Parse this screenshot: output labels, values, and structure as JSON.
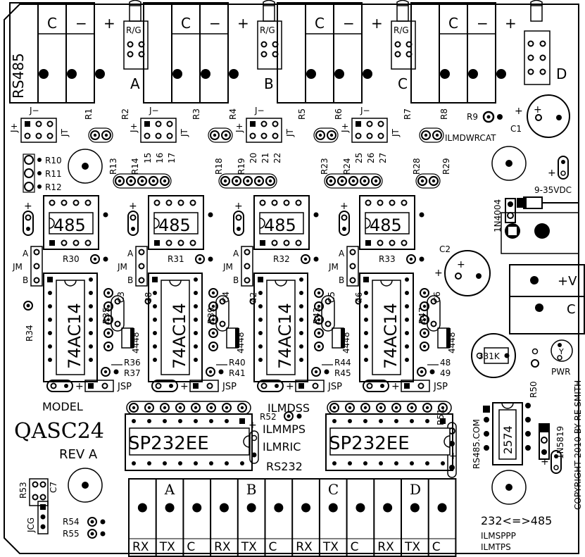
{
  "top_terminals": {
    "labels": [
      "C",
      "−",
      "+"
    ],
    "rs485_label": "RS485"
  },
  "rg_headers": [
    {
      "label": "R/G",
      "letter": "A"
    },
    {
      "label": "R/G",
      "letter": "B"
    },
    {
      "label": "R/G",
      "letter": "C"
    },
    {
      "letter": "D"
    }
  ],
  "jumpers": {
    "j_minus": "J−",
    "j_plus": "J+",
    "jt": "JT",
    "jm": "JM",
    "a": "A",
    "b": "B",
    "jsp": "JSP",
    "jcg": "JCG"
  },
  "resistors_top": [
    "R1",
    "R2",
    "R3",
    "R4",
    "R5",
    "R6",
    "R7",
    "R8",
    "R9"
  ],
  "resistors_left": [
    "R10",
    "R11",
    "R12",
    "R13"
  ],
  "resistor_pack_labels": [
    [
      "R14",
      "15",
      "16",
      "17"
    ],
    [
      "R18",
      "R19",
      "20",
      "21",
      "22"
    ],
    [
      "R23",
      "R24",
      "25",
      "26",
      "27"
    ],
    [
      "R28",
      "R29"
    ]
  ],
  "ilmdwrcat": "ILMDWRCAT",
  "chips_485": [
    "485",
    "485",
    "485",
    "485"
  ],
  "chips_74": [
    "74AC14",
    "74AC14",
    "74AC14",
    "74AC14"
  ],
  "rlabels": {
    "r30": "R30",
    "r31": "R31",
    "r32": "R32",
    "r33": "R33",
    "r34": "R34",
    "r35": "R35",
    "r36": "R36",
    "r37": "R37",
    "r39": "R39",
    "r40": "R40",
    "r41": "R41",
    "r43": "R43",
    "r44": "R44",
    "r45": "R45",
    "r47": "R47",
    "r48": "48",
    "r49": "49",
    "r50": "R50",
    "r51": "R51",
    "r52": "R52",
    "r53": "R53",
    "r54": "R54",
    "r55": "R55",
    "n38": "38",
    "n42": "42",
    "n46": "46"
  },
  "caps": {
    "c1": "C1",
    "c2": "C2",
    "c3": "C3",
    "c4": "C4",
    "c5": "C5",
    "c6": "C6",
    "c7": "C7"
  },
  "diode_label": "4448",
  "power": {
    "in4004": "1N4004",
    "vdc": "9-35VDC",
    "plus_v": "+V",
    "c": "C",
    "reg": "331K",
    "pwr": "PWR",
    "y": "Y",
    "in5819": "1N5819",
    "reg2574": "2574"
  },
  "model": {
    "label": "MODEL",
    "name": "QASC24",
    "rev": "REV A"
  },
  "center_labels": [
    "ILMDSS",
    "ILMMPS",
    "ILMRIC",
    "RS232"
  ],
  "sp232": [
    "SP232EE",
    "SP232EE"
  ],
  "rs485_com": "RS485.COM",
  "copyright": "COPYRIGHT 2010 BY RE SMITH",
  "bottom_terminals": {
    "cols": [
      "RX",
      "TX",
      "C",
      "RX",
      "TX",
      "C",
      "RX",
      "TX",
      "C",
      "RX",
      "TX",
      "C"
    ],
    "groups": [
      "A",
      "B",
      "C",
      "D"
    ]
  },
  "bottom_right": [
    "232<=>485",
    "ILMSPPP",
    "ILMTPS"
  ],
  "plus": "+"
}
